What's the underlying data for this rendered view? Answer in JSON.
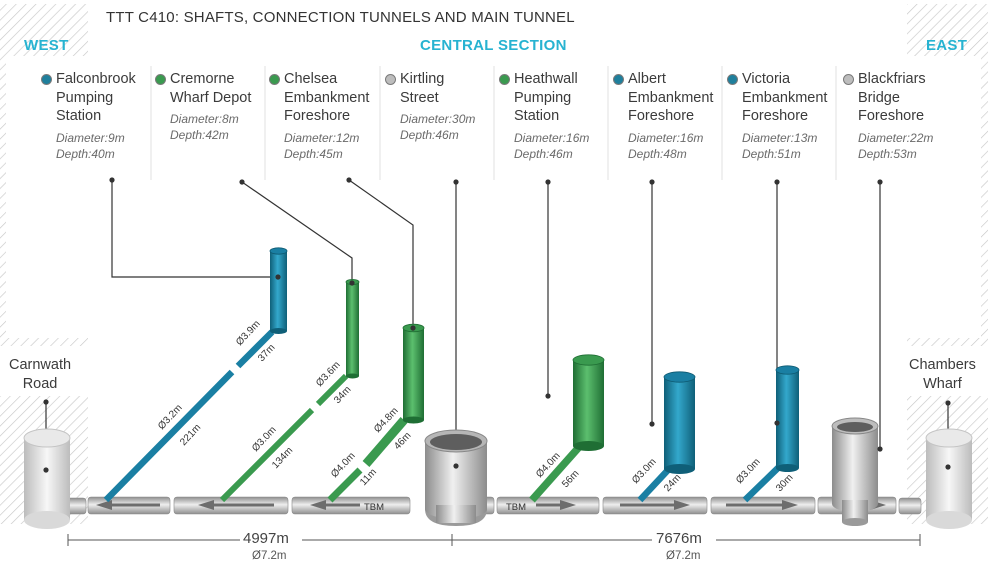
{
  "title": "TTT C410: SHAFTS, CONNECTION TUNNELS AND MAIN TUNNEL",
  "sections": {
    "west": "WEST",
    "central": "CENTRAL SECTION",
    "east": "EAST"
  },
  "colors": {
    "blue": "#1f8fb0",
    "green": "#3a9a4f",
    "grey": "#c9c9c9",
    "accent": "#27b3d1"
  },
  "sites": [
    {
      "name": "Falconbrook\nPumping\nStation",
      "diameter": "Diameter:9m",
      "depth": "Depth:40m",
      "color": "#1f7f9c"
    },
    {
      "name": "Cremorne\nWharf Depot",
      "diameter": "Diameter:8m",
      "depth": "Depth:42m",
      "color": "#3a9a4f"
    },
    {
      "name": "Chelsea\nEmbankment\nForeshore",
      "diameter": "Diameter:12m",
      "depth": "Depth:45m",
      "color": "#3a9a4f"
    },
    {
      "name": "Kirtling\nStreet",
      "diameter": "Diameter:30m",
      "depth": "Depth:46m",
      "color": "#bdbdbd"
    },
    {
      "name": "Heathwall\nPumping\nStation",
      "diameter": "Diameter:16m",
      "depth": "Depth:46m",
      "color": "#3a9a4f"
    },
    {
      "name": "Albert\nEmbankment\nForeshore",
      "diameter": "Diameter:16m",
      "depth": "Depth:48m",
      "color": "#1f7f9c"
    },
    {
      "name": "Victoria\nEmbankment\nForeshore",
      "diameter": "Diameter:13m",
      "depth": "Depth:51m",
      "color": "#1f7f9c"
    },
    {
      "name": "Blackfriars\nBridge\nForeshore",
      "diameter": "Diameter:22m",
      "depth": "Depth:53m",
      "color": "#bdbdbd"
    }
  ],
  "ends": {
    "west": "Carnwath\nRoad",
    "east": "Chambers\nWharf"
  },
  "pipe_labels": {
    "falcon_diam_upper": "Ø3.9m",
    "falcon_len_upper": "37m",
    "falcon_diam_lower": "Ø3.2m",
    "falcon_len_lower": "221m",
    "crem_diam_upper": "Ø3.6m",
    "crem_len_upper": "34m",
    "crem_diam_lower": "Ø3.0m",
    "crem_len_lower": "134m",
    "chel_diam_upper": "Ø4.8m",
    "chel_len_upper": "46m",
    "chel_diam_lower": "Ø4.0m",
    "chel_len_lower": "11m",
    "heath_diam": "Ø4.0m",
    "heath_len": "56m",
    "albert_diam": "Ø3.0m",
    "albert_len": "24m",
    "victoria_diam": "Ø3.0m",
    "victoria_len": "30m"
  },
  "tbm": [
    "TBM",
    "TBM"
  ],
  "dimensions": {
    "west": {
      "length": "4997m",
      "diameter": "Ø7.2m"
    },
    "east": {
      "length": "7676m",
      "diameter": "Ø7.2m"
    }
  }
}
